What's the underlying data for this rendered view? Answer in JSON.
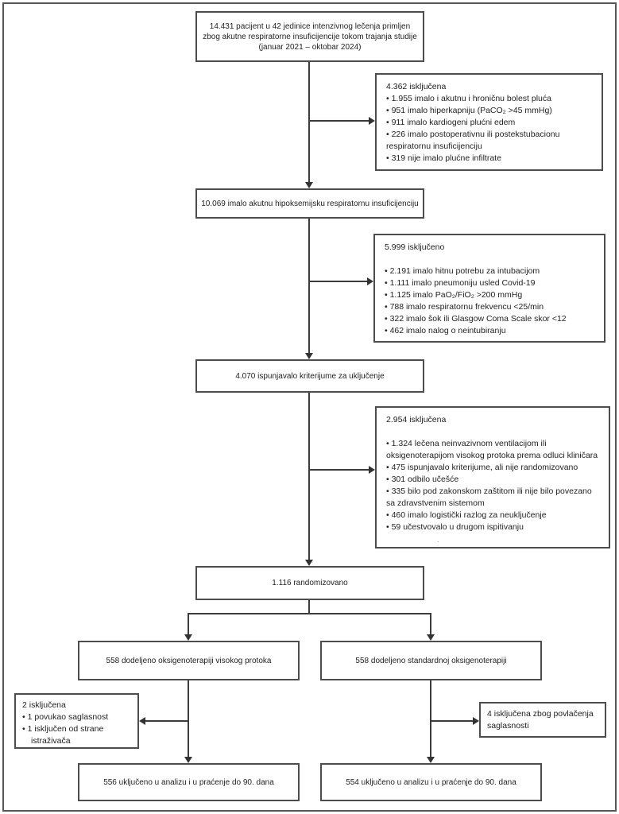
{
  "colors": {
    "frame_border": "#565656",
    "box_border": "#4d4d4d",
    "connector": "#3c3c3c",
    "text": "#222222",
    "background": "#ffffff"
  },
  "flow": {
    "enrollment": {
      "text": "14.431 pacijent u 42 jedinice intenzivnog lečenja primljen zbog akutne respiratorne insuficijencije tokom trajanja studije (januar 2021 – oktobar 2024)"
    },
    "excluded1": {
      "title": "4.362 isključena",
      "items": [
        "• 1.955 imalo i akutnu i hroničnu bolest pluća",
        "• 951 imalo hiperkapniju (PaCO₂ >45 mmHg)",
        "• 911 imalo kardiogeni plućni edem",
        "• 226 imalo postoperativnu ili postekstubacionu respiratornu insuficijenciju",
        "• 319 nije imalo plućne infiltrate"
      ]
    },
    "hypoxemic": {
      "text": "10.069 imalo akutnu hipoksemijsku respiratornu insuficijenciju"
    },
    "excluded2": {
      "title": "5.999 isključeno",
      "items": [
        "• 2.191 imalo hitnu potrebu za intubacijom",
        "• 1.111 imalo pneumoniju usled Covid-19",
        "• 1.125 imalo PaO₂/FiO₂ >200 mmHg",
        "• 788 imalo respiratornu frekvencu <25/min",
        "• 322 imalo šok ili Glasgow Coma Scale skor <12",
        "• 462 imalo nalog o neintubiranju"
      ]
    },
    "eligible": {
      "text": "4.070 ispunjavalo kriterijume za uključenje"
    },
    "excluded3": {
      "title": "2.954 isključena",
      "items": [
        "• 1.324 lečena neinvazivnom ventilacijom ili oksigenoterapijom visokog protoka prema odluci kliničara",
        "• 475 ispunjavalo kriterijume, ali nije randomizovano",
        "• 301 odbilo učešće",
        "• 335 bilo pod zakonskom zaštitom ili nije bilo povezano sa zdravstvenim sistemom",
        "• 460 imalo logistički razlog za neuključenje",
        "• 59 učestvovalo u drugom ispitivanju"
      ],
      "stray_mark": "."
    },
    "randomized": {
      "text": "1.116 randomizovano"
    },
    "arm_high_flow": {
      "text": "558 dodeljeno oksigenoterapiji visokog protoka"
    },
    "arm_standard": {
      "text": "558 dodeljeno standardnoj oksigenoterapiji"
    },
    "excluded_left": {
      "title": "2 isključena",
      "items": [
        "• 1 povukao saglasnost",
        "• 1 isključen od strane istraživača"
      ]
    },
    "excluded_right": {
      "text": "4 isključena zbog povlačenja saglasnosti"
    },
    "analyzed_high_flow": {
      "text": "556 uključeno u analizu i u praćenje do 90. dana"
    },
    "analyzed_standard": {
      "text": "554 uključeno u analizu i u praćenje do 90. dana"
    }
  }
}
